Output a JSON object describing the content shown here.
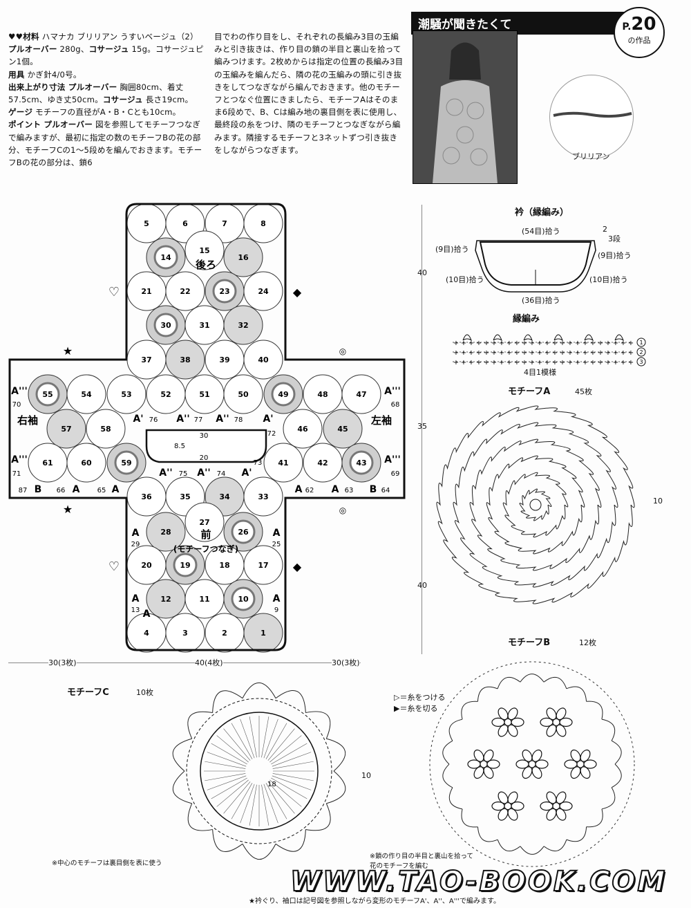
{
  "header": {
    "band_title": "潮騒が聞きたくて",
    "page_badge_prefix": "P.",
    "page_badge_number": "20",
    "page_badge_suffix": "の作品"
  },
  "text_col1": [
    {
      "label": "♥♥材料",
      "text": " ハマナカ ブリリアン うすいベージュ（2） "
    },
    {
      "label": "プルオーバー",
      "text": " 280g、"
    },
    {
      "label": "コサージュ",
      "text": " 15g。コサージュピン1個。"
    },
    {
      "label": "用具",
      "text": " かぎ針4/0号。"
    },
    {
      "label": "出来上がり寸法 プルオーバー",
      "text": " 胸囲80cm、着丈57.5cm、ゆき丈50cm。"
    },
    {
      "label": "コサージュ",
      "text": " 長さ19cm。"
    },
    {
      "label": "ゲージ",
      "text": " モチーフの直径がA・B・Cとも10cm。"
    },
    {
      "label": "ポイント プルオーバー",
      "text": " 図を参照してモチーフつなぎで編みますが、最初に指定の数のモチーフBの花の部分、モチーフCの1〜5段めを編んでおきます。モチーフBの花の部分は、鎖6"
    }
  ],
  "text_col2": "目でわの作り目をし、それぞれの長編み3目の玉編みと引き抜きは、作り目の鎖の半目と裏山を拾って編みつけます。2枚めからは指定の位置の長編み3目の玉編みを編んだら、隣の花の玉編みの頭に引き抜きをしてつなぎながら編んでおきます。他のモチーフとつなぐ位置にきましたら、モチーフAはそのまま6段めで、B、Cは編み地の裏目側を表に使用し、最終段の糸をつけ、隣のモチーフとつなぎながら編みます。隣接するモチーフと3ネットずつ引き抜きをしながらつなぎます。",
  "yarn_label": "ブリリアン",
  "diagram": {
    "back_label": "後ろ",
    "front_label": "前",
    "front_sub": "(モチーフつなぎ)",
    "right_sleeve": "右袖",
    "left_sleeve": "左袖",
    "neck_top": "30",
    "neck_side": "8.5",
    "neck_bottom": "20",
    "motifs": [
      {
        "n": "5",
        "t": "A"
      },
      {
        "n": "6",
        "t": "A"
      },
      {
        "n": "7",
        "t": "A"
      },
      {
        "n": "8",
        "t": "A"
      },
      {
        "n": "14",
        "t": "C"
      },
      {
        "n": "15",
        "t": "A"
      },
      {
        "n": "16",
        "t": "B"
      },
      {
        "n": "21",
        "t": "A"
      },
      {
        "n": "22",
        "t": "A"
      },
      {
        "n": "23",
        "t": "C"
      },
      {
        "n": "24",
        "t": "A"
      },
      {
        "n": "30",
        "t": "C"
      },
      {
        "n": "31",
        "t": "A"
      },
      {
        "n": "32",
        "t": "B"
      },
      {
        "n": "37",
        "t": "A"
      },
      {
        "n": "38",
        "t": "B"
      },
      {
        "n": "39",
        "t": "A"
      },
      {
        "n": "40",
        "t": "A"
      },
      {
        "n": "55",
        "t": "C"
      },
      {
        "n": "54",
        "t": "A"
      },
      {
        "n": "53",
        "t": "A"
      },
      {
        "n": "52",
        "t": "A"
      },
      {
        "n": "51",
        "t": "A"
      },
      {
        "n": "50",
        "t": "A"
      },
      {
        "n": "49",
        "t": "C"
      },
      {
        "n": "48",
        "t": "A"
      },
      {
        "n": "47",
        "t": "A"
      },
      {
        "n": "57",
        "t": "B"
      },
      {
        "n": "58",
        "t": "A"
      },
      {
        "n": "46",
        "t": "A"
      },
      {
        "n": "45",
        "t": "B"
      },
      {
        "n": "61",
        "t": "A"
      },
      {
        "n": "60",
        "t": "A"
      },
      {
        "n": "59",
        "t": "C"
      },
      {
        "n": "41",
        "t": "A"
      },
      {
        "n": "42",
        "t": "A"
      },
      {
        "n": "43",
        "t": "C"
      },
      {
        "n": "36",
        "t": "A"
      },
      {
        "n": "35",
        "t": "A"
      },
      {
        "n": "34",
        "t": "B"
      },
      {
        "n": "33",
        "t": "A"
      },
      {
        "n": "28",
        "t": "B"
      },
      {
        "n": "27",
        "t": "A"
      },
      {
        "n": "26",
        "t": "C"
      },
      {
        "n": "20",
        "t": "A"
      },
      {
        "n": "19",
        "t": "C"
      },
      {
        "n": "18",
        "t": "A"
      },
      {
        "n": "17",
        "t": "A"
      },
      {
        "n": "12",
        "t": "B"
      },
      {
        "n": "11",
        "t": "A"
      },
      {
        "n": "10",
        "t": "C"
      },
      {
        "n": "4",
        "t": "A"
      },
      {
        "n": "3",
        "t": "A"
      },
      {
        "n": "2",
        "t": "A"
      },
      {
        "n": "1",
        "t": "B"
      }
    ],
    "edge_labels": [
      "A'''",
      "70",
      "A'''",
      "71",
      "87",
      "B",
      "66",
      "A",
      "65",
      "A",
      "A'",
      "76",
      "A''",
      "77",
      "A''",
      "78",
      "A'",
      "72",
      "A''",
      "75",
      "A''",
      "74",
      "A'",
      "73",
      "A'''",
      "68",
      "A'''",
      "69",
      "A",
      "62",
      "A",
      "63",
      "B",
      "64",
      "A",
      "29",
      "A",
      "25",
      "A",
      "13",
      "A",
      "9",
      "A",
      "4"
    ],
    "dims_bottom": [
      "30(3枚)",
      "40(4枚)",
      "30(3枚)"
    ],
    "dims_right": [
      "40",
      "35",
      "40"
    ]
  },
  "collar": {
    "title": "衿（縁編み）",
    "labels": [
      "(54目)拾う",
      "2",
      "3段",
      "(9目)拾う",
      "(9目)拾う",
      "(10目)拾う",
      "(10目)拾う",
      "(36目)拾う"
    ]
  },
  "edging": {
    "title": "縁編み",
    "repeat": "4目1模様",
    "rows": [
      "3",
      "2",
      "1"
    ]
  },
  "motif_a": {
    "title": "モチーフA",
    "count": "45枚",
    "dim": "10"
  },
  "motif_b": {
    "title": "モチーフB",
    "count": "12枚"
  },
  "motif_c": {
    "title": "モチーフC",
    "count": "10枚",
    "dim": "10"
  },
  "legend": {
    "attach": "▷＝糸をつける",
    "cut": "▶＝糸を切る"
  },
  "notes": {
    "center": "※中心のモチーフは裏目側を表に使う",
    "b_note": "※鎖の作り目の半目と裏山を拾って花のモチーフを編む",
    "footer": "★衿ぐり、袖口は記号図を参照しながら変形のモチーフA'、A''、A'''で編みます。"
  },
  "watermark": "WWW.TAO-BOOK.COM",
  "colors": {
    "ink": "#111111",
    "band": "#111111",
    "motif_c": "#cfcfcf",
    "motif_b": "#d8d8d8"
  }
}
